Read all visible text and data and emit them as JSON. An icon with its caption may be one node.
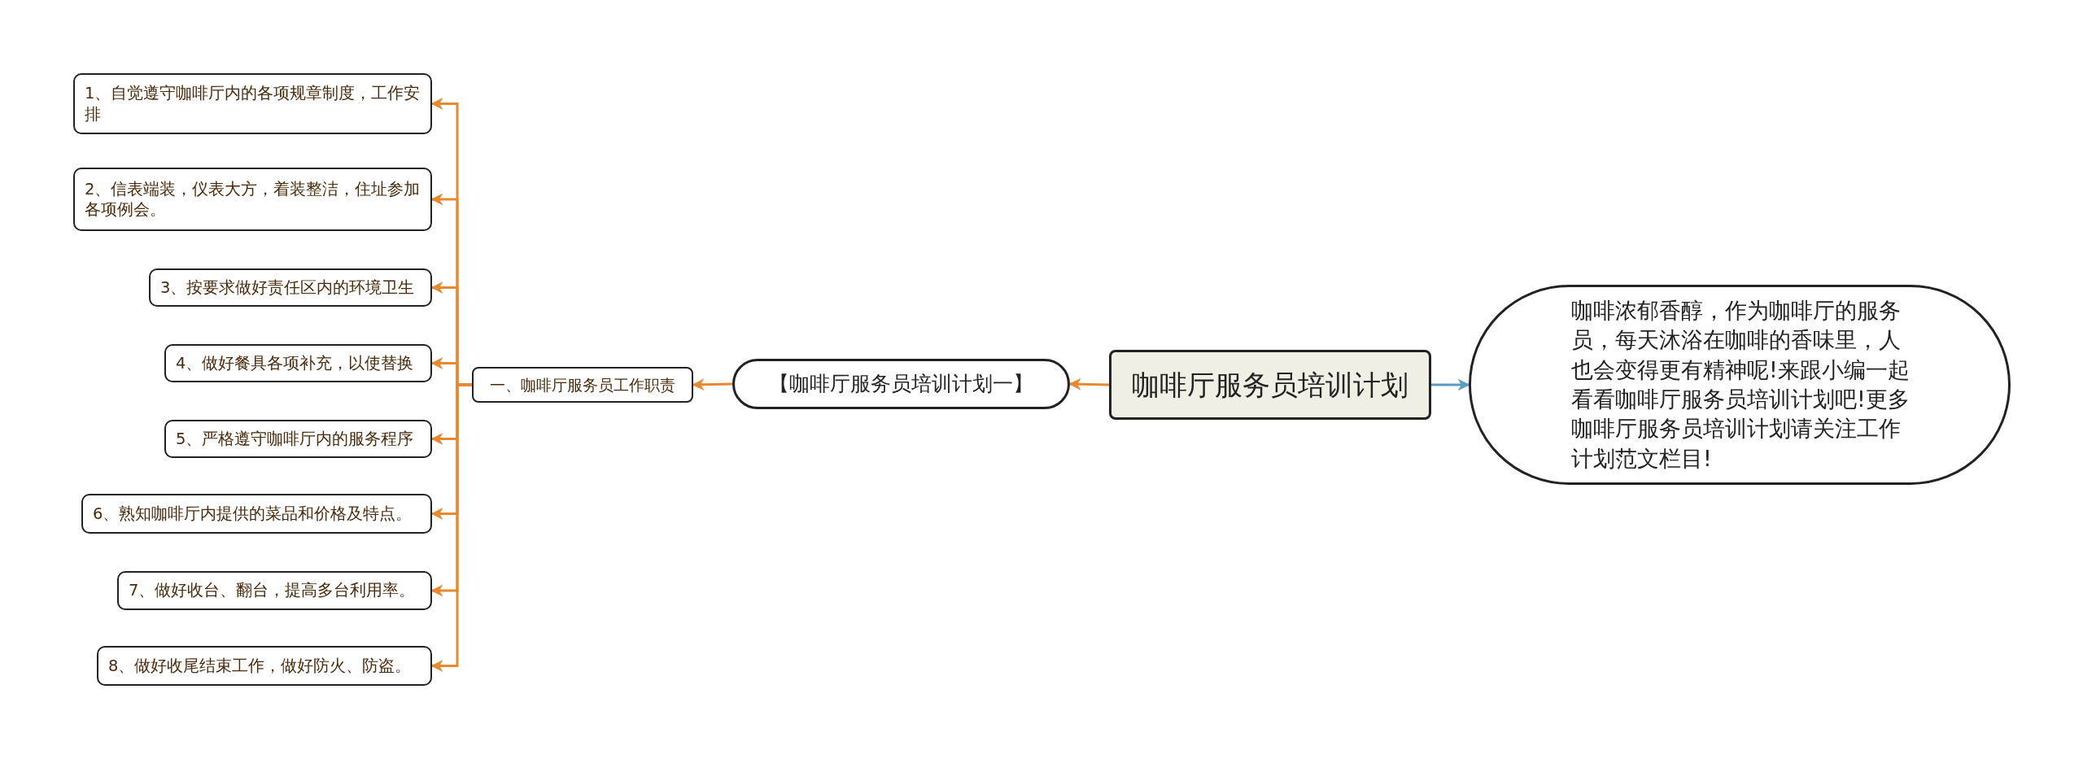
{
  "diagram": {
    "nodes": [
      {
        "text": [
          "咖啡厅服务员培训计划"
        ]
      },
      {
        "text": [
          "咖啡浓郁香醇，作为咖啡厅的服务员，每天沐浴在咖啡的香味里，人也会变得更有精神呢!来跟小编一起看看咖啡厅服务员培训计划吧!更多咖啡厅服务员培训计划请关注工作计划范文栏目!"
        ]
      },
      {
        "text": [
          "【咖啡厅服务员培训计划一】"
        ]
      },
      {
        "text": [
          "一、咖啡厅服务员工作职责"
        ]
      },
      {
        "text": [
          "1、自觉遵守咖啡厅内的各项规章制度，工作安排"
        ]
      },
      {
        "text": [
          "2、信表端装，仪表大方，着装整洁，住址参加各项例会。"
        ]
      },
      {
        "text": [
          "3、按要求做好责任区内的环境卫生"
        ]
      },
      {
        "text": [
          "4、做好餐具各项补充，以使替换"
        ]
      },
      {
        "text": [
          "5、严格遵守咖啡厅内的服务程序"
        ]
      },
      {
        "text": [
          "6、熟知咖啡厅内提供的菜品和价格及特点。"
        ]
      },
      {
        "text": [
          "7、做好收台、翻台，提高多台利用率。"
        ]
      },
      {
        "text": [
          "8、做好收尾结束工作，做好防火、防盗。"
        ]
      }
    ],
    "edges": [
      {
        "from": 0,
        "to": 1,
        "arrow": "to",
        "color": "#5b9bc4"
      },
      {
        "from": 0,
        "to": 2,
        "arrow": "to"
      },
      {
        "from": 2,
        "to": 3,
        "arrow": "to"
      },
      {
        "from": 3,
        "to": 4,
        "arrow": "to"
      },
      {
        "from": 3,
        "to": 5,
        "arrow": "to"
      },
      {
        "from": 3,
        "to": 6,
        "arrow": "to"
      },
      {
        "from": 3,
        "to": 7,
        "arrow": "to"
      },
      {
        "from": 3,
        "to": 8,
        "arrow": "to"
      },
      {
        "from": 3,
        "to": 9,
        "arrow": "to"
      },
      {
        "from": 3,
        "to": 10,
        "arrow": "to"
      },
      {
        "from": 3,
        "to": 11,
        "arrow": "to"
      }
    ]
  }
}
